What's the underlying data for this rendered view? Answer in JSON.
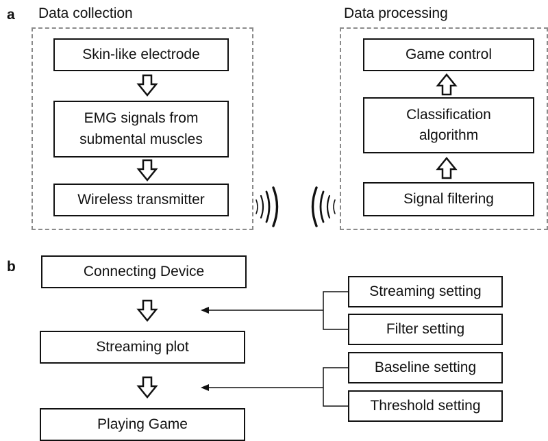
{
  "panel_a": {
    "label": "a",
    "collection_title": "Data collection",
    "processing_title": "Data processing",
    "collection_steps": [
      "Skin-like electrode",
      "EMG signals from\nsubmental muscles",
      "Wireless transmitter"
    ],
    "processing_steps": [
      "Game control",
      "Classification\nalgorithm",
      "Signal filtering"
    ]
  },
  "panel_b": {
    "label": "b",
    "flow_steps": [
      "Connecting Device",
      "Streaming plot",
      "Playing Game"
    ],
    "settings_group_1": [
      "Streaming setting",
      "Filter setting"
    ],
    "settings_group_2": [
      "Baseline setting",
      "Threshold setting"
    ]
  }
}
